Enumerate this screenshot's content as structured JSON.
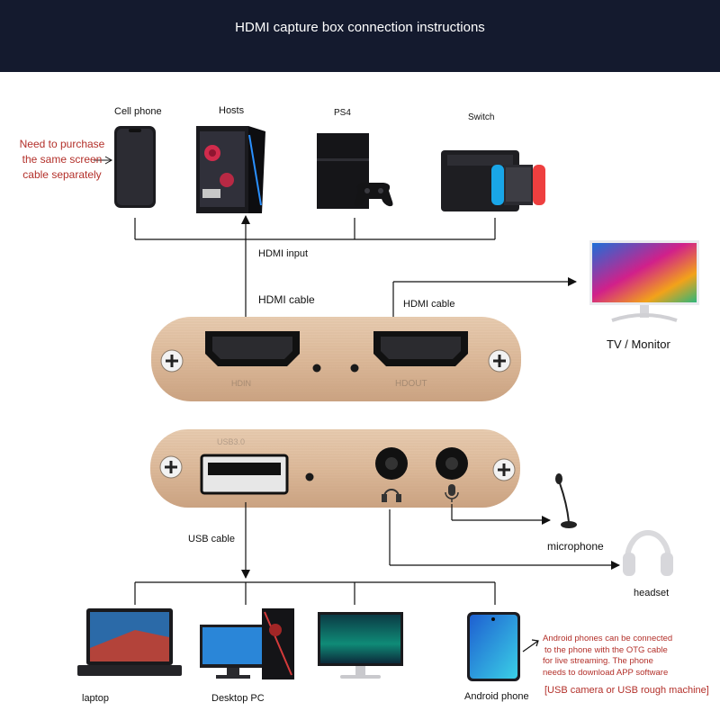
{
  "header": {
    "title": "HDMI capture box connection instructions"
  },
  "top_devices": {
    "cell_phone": "Cell phone",
    "hosts": "Hosts",
    "ps4": "PS4",
    "switch": "Switch"
  },
  "notes": {
    "purchase_note": [
      "Need to purchase",
      "the same screen",
      "cable separately"
    ],
    "android_note": [
      "Android phones can be connected",
      "to the phone with the OTG cable",
      "for live streaming. The phone",
      "needs to download APP software"
    ],
    "usb_note": "[USB camera or USB rough machine]"
  },
  "connections": {
    "hdmi_input": "HDMI input",
    "hdmi_cable_left": "HDMI cable",
    "hdmi_cable_right": "HDMI cable",
    "usb_cable": "USB cable"
  },
  "box": {
    "port_hdin": "HDIN",
    "port_hdout": "HDOUT",
    "port_usb": "USB3.0"
  },
  "outputs": {
    "tv_monitor": "TV / Monitor",
    "microphone": "microphone",
    "headset": "headset"
  },
  "bottom_devices": {
    "laptop": "laptop",
    "desktop_pc": "Desktop PC",
    "android_phone": "Android phone"
  }
}
